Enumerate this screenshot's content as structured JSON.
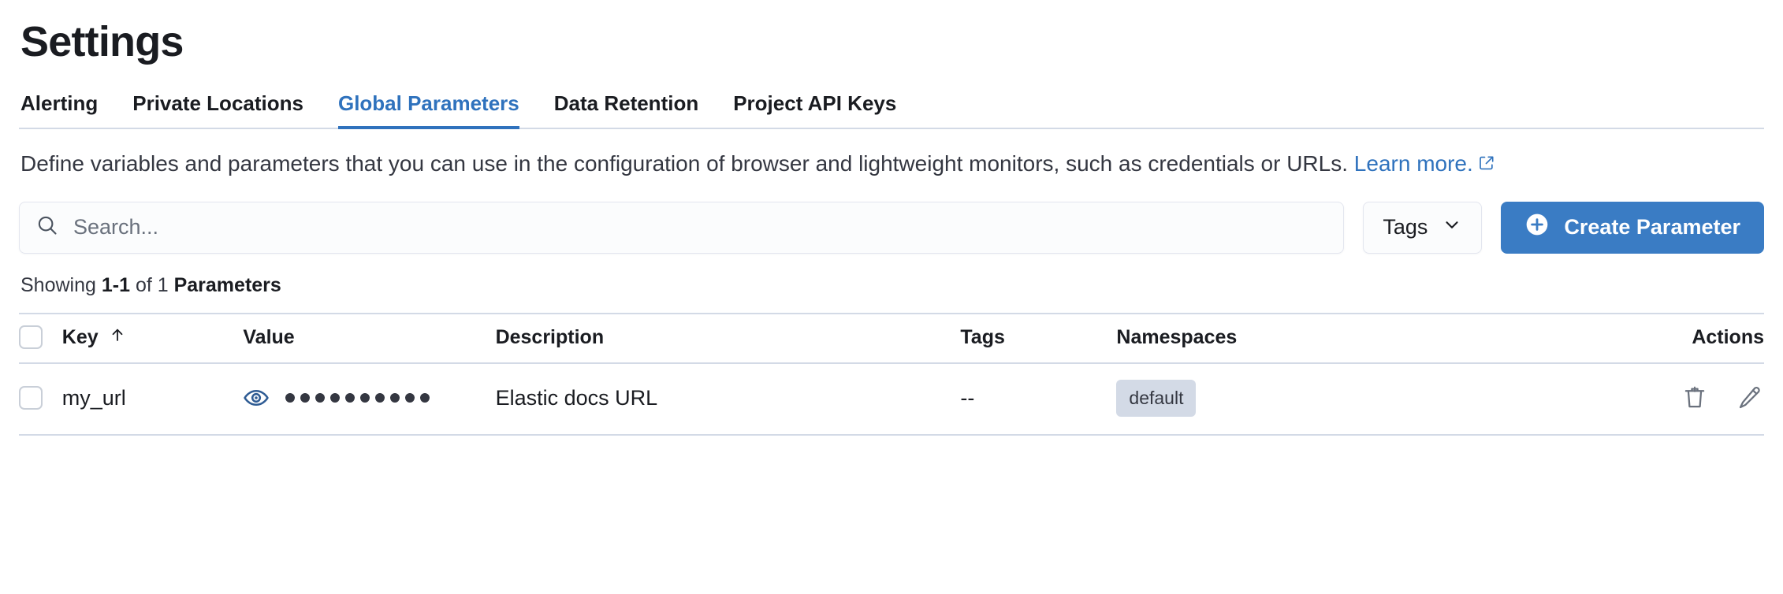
{
  "header": {
    "title": "Settings"
  },
  "tabs": [
    {
      "label": "Alerting",
      "active": false
    },
    {
      "label": "Private Locations",
      "active": false
    },
    {
      "label": "Global Parameters",
      "active": true
    },
    {
      "label": "Data Retention",
      "active": false
    },
    {
      "label": "Project API Keys",
      "active": false
    }
  ],
  "description": {
    "text": "Define variables and parameters that you can use in the configuration of browser and lightweight monitors, such as credentials or URLs. ",
    "link_text": "Learn more.",
    "external_link_icon": "external-link-icon"
  },
  "controls": {
    "search": {
      "placeholder": "Search...",
      "value": "",
      "icon": "search-icon"
    },
    "tags_filter": {
      "label": "Tags",
      "icon": "chevron-down-icon"
    },
    "create_button": {
      "label": "Create Parameter",
      "icon": "plus-circle-icon"
    }
  },
  "results": {
    "showing_prefix": "Showing ",
    "range": "1-1",
    "of_text": " of 1 ",
    "entity": "Parameters"
  },
  "table": {
    "columns": [
      {
        "key": "select",
        "label": ""
      },
      {
        "key": "key",
        "label": "Key",
        "sort": "ascending",
        "sort_icon": "arrow-up-icon"
      },
      {
        "key": "value",
        "label": "Value"
      },
      {
        "key": "description",
        "label": "Description"
      },
      {
        "key": "tags",
        "label": "Tags"
      },
      {
        "key": "namespaces",
        "label": "Namespaces"
      },
      {
        "key": "actions",
        "label": "Actions"
      }
    ],
    "rows": [
      {
        "selected": false,
        "key": "my_url",
        "value_masked": true,
        "value_mask_dots": 10,
        "value_toggle_icon": "eye-icon",
        "description": "Elastic docs URL",
        "tags": "--",
        "namespaces": [
          "default"
        ],
        "actions": [
          {
            "name": "delete",
            "icon": "trash-icon"
          },
          {
            "name": "edit",
            "icon": "pencil-icon"
          }
        ]
      }
    ]
  },
  "colors": {
    "accent_blue": "#2f72bd",
    "button_blue": "#3a7cc4",
    "border": "#d3dae6",
    "badge_bg": "#d3dae6",
    "text": "#1a1c21",
    "muted_text": "#343741",
    "eye_icon": "#2f5c94"
  }
}
